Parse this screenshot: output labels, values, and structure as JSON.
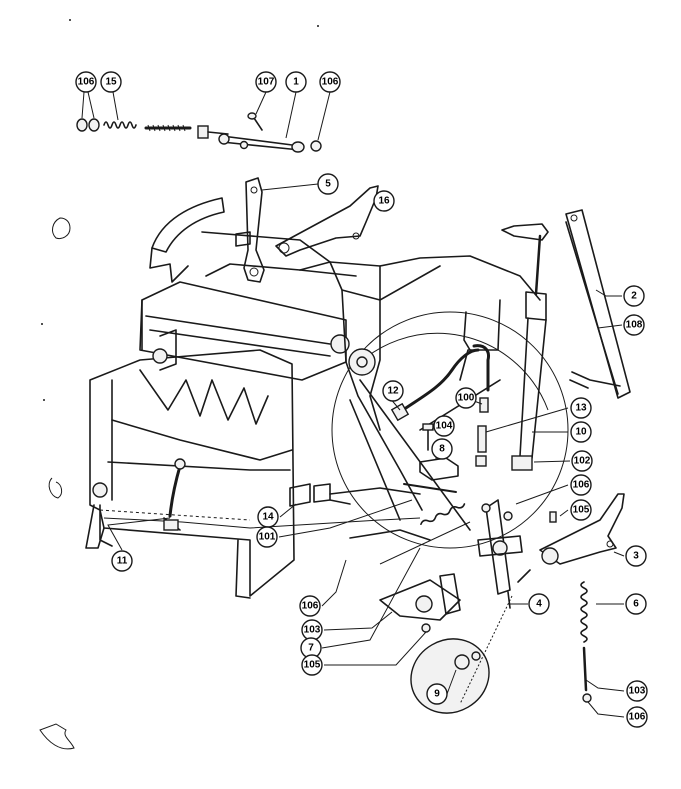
{
  "diagram": {
    "callouts": [
      {
        "id": "c-106-a",
        "label": "106"
      },
      {
        "id": "c-15",
        "label": "15"
      },
      {
        "id": "c-107",
        "label": "107"
      },
      {
        "id": "c-1",
        "label": "1"
      },
      {
        "id": "c-106-b",
        "label": "106"
      },
      {
        "id": "c-5",
        "label": "5"
      },
      {
        "id": "c-16",
        "label": "16"
      },
      {
        "id": "c-2",
        "label": "2"
      },
      {
        "id": "c-108",
        "label": "108"
      },
      {
        "id": "c-12",
        "label": "12"
      },
      {
        "id": "c-100",
        "label": "100"
      },
      {
        "id": "c-13",
        "label": "13"
      },
      {
        "id": "c-104",
        "label": "104"
      },
      {
        "id": "c-10",
        "label": "10"
      },
      {
        "id": "c-8",
        "label": "8"
      },
      {
        "id": "c-102",
        "label": "102"
      },
      {
        "id": "c-106-c",
        "label": "106"
      },
      {
        "id": "c-105-a",
        "label": "105"
      },
      {
        "id": "c-14",
        "label": "14"
      },
      {
        "id": "c-101",
        "label": "101"
      },
      {
        "id": "c-3",
        "label": "3"
      },
      {
        "id": "c-11",
        "label": "11"
      },
      {
        "id": "c-106-d",
        "label": "106"
      },
      {
        "id": "c-4",
        "label": "4"
      },
      {
        "id": "c-6",
        "label": "6"
      },
      {
        "id": "c-103-a",
        "label": "103"
      },
      {
        "id": "c-7",
        "label": "7"
      },
      {
        "id": "c-105-b",
        "label": "105"
      },
      {
        "id": "c-9",
        "label": "9"
      },
      {
        "id": "c-103-b",
        "label": "103"
      },
      {
        "id": "c-106-e",
        "label": "106"
      }
    ]
  }
}
